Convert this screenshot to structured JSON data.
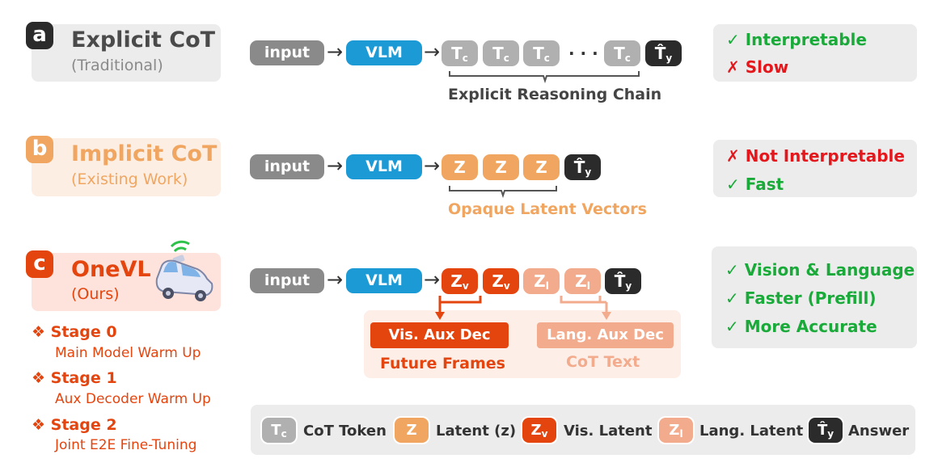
{
  "colors": {
    "gray_token": "#b0b0b0",
    "dark_gray": "#8a8a8a",
    "vlm_blue": "#1c9ad6",
    "latent_orange": "#f0a660",
    "vision_red": "#e4450f",
    "lang_peach": "#f2ab8c",
    "answer_black": "#2b2b2b",
    "green": "#1aaa3a",
    "red": "#e4171c"
  },
  "row_a": {
    "badge": "a",
    "title": "Explicit CoT",
    "subtitle": "(Traditional)",
    "input": "input",
    "model": "VLM",
    "token": "T",
    "token_sub": "c",
    "ellipsis": "· · ·",
    "answer": "T̂",
    "answer_sub": "y",
    "brace_label": "Explicit Reasoning Chain",
    "results": [
      {
        "mark": "✓",
        "text": "Interpretable"
      },
      {
        "mark": "✗",
        "text": "Slow"
      }
    ]
  },
  "row_b": {
    "badge": "b",
    "title": "Implicit CoT",
    "subtitle": "(Existing Work)",
    "input": "input",
    "model": "VLM",
    "token": "Z",
    "answer": "T̂",
    "answer_sub": "y",
    "brace_label": "Opaque Latent Vectors",
    "results": [
      {
        "mark": "✗",
        "text": "Not Interpretable"
      },
      {
        "mark": "✓",
        "text": "Fast"
      }
    ]
  },
  "row_c": {
    "badge": "c",
    "title": "OneVL",
    "subtitle": "(Ours)",
    "input": "input",
    "model": "VLM",
    "vis_token": "Z",
    "vis_sub": "v",
    "lang_token": "Z",
    "lang_sub": "l",
    "answer": "T̂",
    "answer_sub": "y",
    "vis_decoder": "Vis. Aux Dec",
    "vis_output": "Future Frames",
    "lang_decoder": "Lang. Aux Dec",
    "lang_output": "CoT Text",
    "results": [
      {
        "mark": "✓",
        "text": "Vision & Language"
      },
      {
        "mark": "✓",
        "text": "Faster (Prefill)"
      },
      {
        "mark": "✓",
        "text": "More Accurate"
      }
    ],
    "stages": [
      {
        "title": "❖ Stage 0",
        "desc": "Main Model Warm Up"
      },
      {
        "title": "❖ Stage 1",
        "desc": "Aux Decoder Warm Up"
      },
      {
        "title": "❖ Stage 2",
        "desc": "Joint E2E Fine-Tuning"
      }
    ]
  },
  "legend": [
    {
      "chip": "T",
      "sub": "c",
      "label": "CoT Token"
    },
    {
      "chip": "Z",
      "sub": "",
      "label": "Latent (z)"
    },
    {
      "chip": "Z",
      "sub": "v",
      "label": "Vis. Latent"
    },
    {
      "chip": "Z",
      "sub": "l",
      "label": "Lang. Latent"
    },
    {
      "chip": "T̂",
      "sub": "y",
      "label": "Answer"
    }
  ]
}
